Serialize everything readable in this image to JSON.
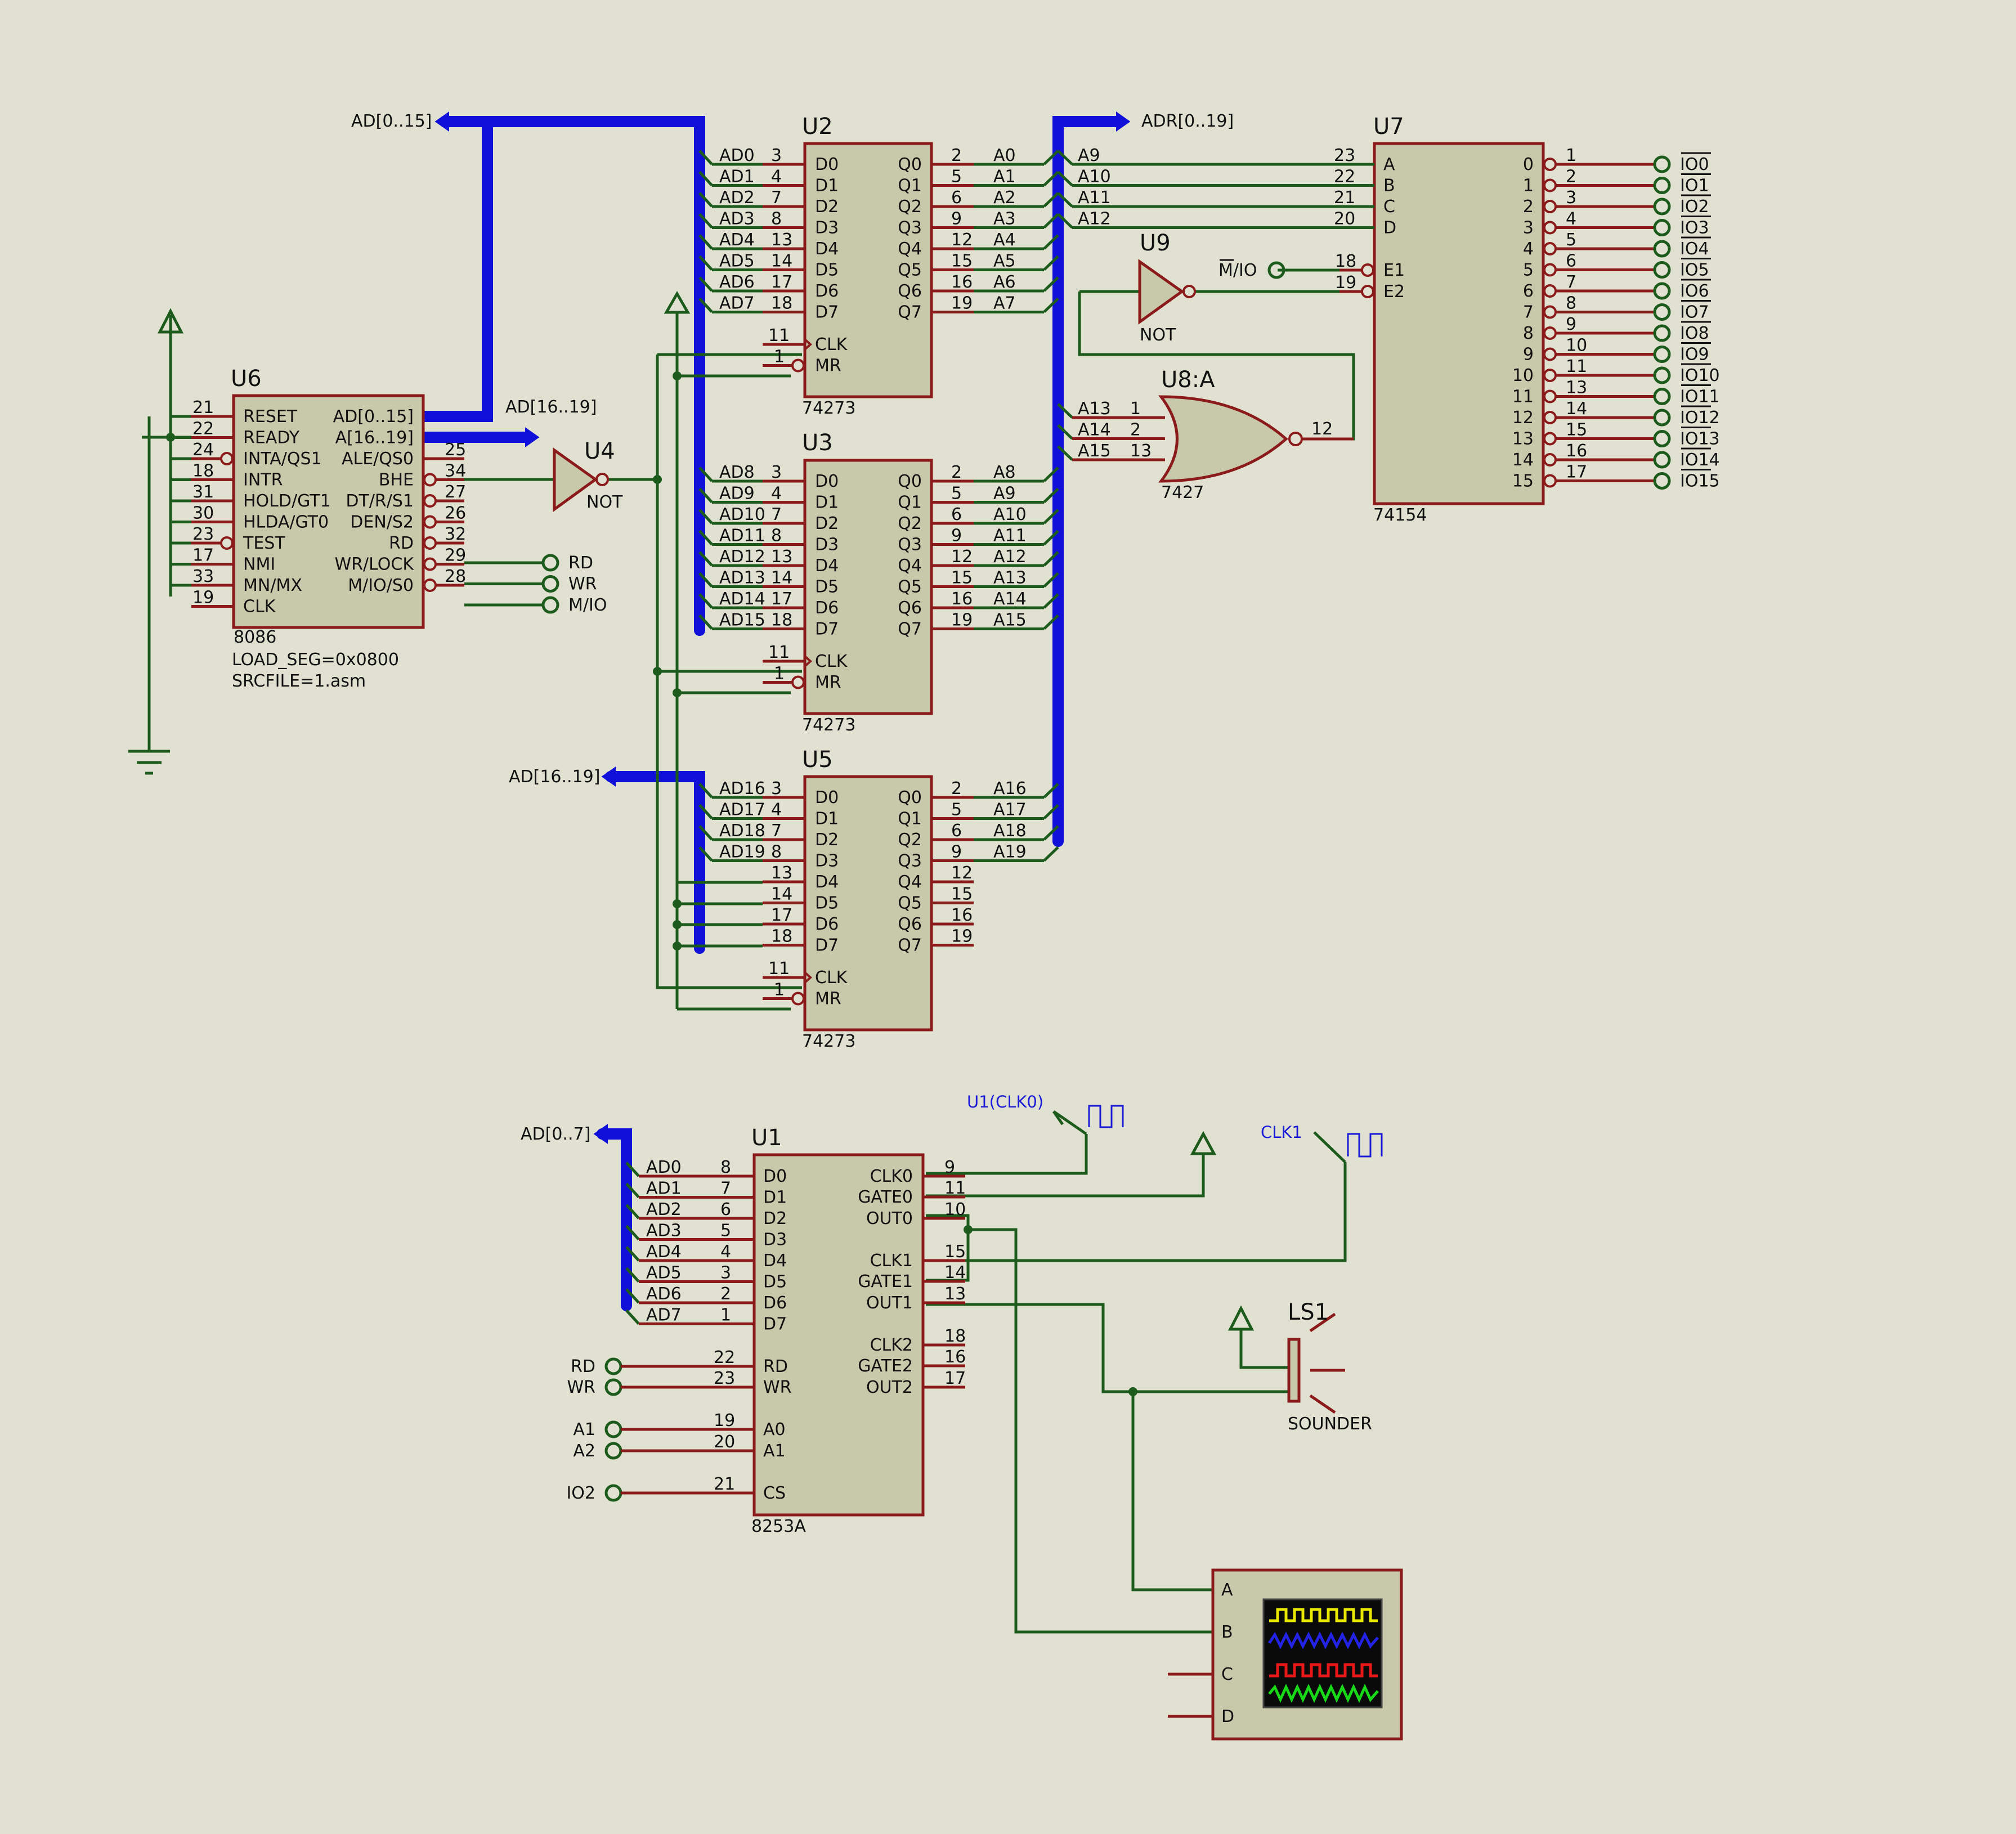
{
  "u6": {
    "ref": "U6",
    "part": "8086",
    "prop1": "LOAD_SEG=0x0800",
    "prop2": "SRCFILE=1.asm",
    "left": [
      {
        "n": "21",
        "l": "RESET"
      },
      {
        "n": "22",
        "l": "READY"
      },
      {
        "n": "24",
        "l": "INTA/QS1"
      },
      {
        "n": "18",
        "l": "INTR"
      },
      {
        "n": "31",
        "l": "HOLD/GT1"
      },
      {
        "n": "30",
        "l": "HLDA/GT0"
      },
      {
        "n": "23",
        "l": "TEST"
      },
      {
        "n": "17",
        "l": "NMI"
      },
      {
        "n": "33",
        "l": "MN/MX"
      },
      {
        "n": "19",
        "l": "CLK"
      }
    ],
    "right": [
      {
        "n": "",
        "l": "AD[0..15]"
      },
      {
        "n": "",
        "l": "A[16..19]"
      },
      {
        "n": "25",
        "l": "ALE/QS0"
      },
      {
        "n": "34",
        "l": "BHE"
      },
      {
        "n": "27",
        "l": "DT/R/S1"
      },
      {
        "n": "26",
        "l": "DEN/S2"
      },
      {
        "n": "32",
        "l": "RD"
      },
      {
        "n": "29",
        "l": "WR/LOCK"
      },
      {
        "n": "28",
        "l": "M/IO/S0"
      }
    ]
  },
  "u4": {
    "ref": "U4",
    "part": "NOT"
  },
  "u9": {
    "ref": "U9",
    "part": "NOT"
  },
  "u8": {
    "ref": "U8:A",
    "part": "7427",
    "in": [
      "1",
      "2",
      "13"
    ],
    "out": "12"
  },
  "latch": {
    "ref2": "U2",
    "ref3": "U3",
    "ref5": "U5",
    "part": "74273",
    "d": [
      "D0",
      "D1",
      "D2",
      "D3",
      "D4",
      "D5",
      "D6",
      "D7"
    ],
    "q": [
      "Q0",
      "Q1",
      "Q2",
      "Q3",
      "Q4",
      "Q5",
      "Q6",
      "Q7"
    ],
    "dpins": [
      "3",
      "4",
      "7",
      "8",
      "13",
      "14",
      "17",
      "18"
    ],
    "qpins": [
      "2",
      "5",
      "6",
      "9",
      "12",
      "15",
      "16",
      "19"
    ],
    "clk": "CLK",
    "mr": "MR",
    "clkpin": "11",
    "mrpin": "1"
  },
  "u2_in": [
    "AD0",
    "AD1",
    "AD2",
    "AD3",
    "AD4",
    "AD5",
    "AD6",
    "AD7"
  ],
  "u2_out": [
    "A0",
    "A1",
    "A2",
    "A3",
    "A4",
    "A5",
    "A6",
    "A7"
  ],
  "u3_in": [
    "AD8",
    "AD9",
    "AD10",
    "AD11",
    "AD12",
    "AD13",
    "AD14",
    "AD15"
  ],
  "u3_out": [
    "A8",
    "A9",
    "A10",
    "A11",
    "A12",
    "A13",
    "A14",
    "A15"
  ],
  "u5_in": [
    "AD16",
    "AD17",
    "AD18",
    "AD19"
  ],
  "u5_out": [
    "A16",
    "A17",
    "A18",
    "A19"
  ],
  "u7": {
    "ref": "U7",
    "part": "74154",
    "in": [
      "A",
      "B",
      "C",
      "D"
    ],
    "inpins": [
      "23",
      "22",
      "21",
      "20"
    ],
    "en": [
      "E1",
      "E2"
    ],
    "enpins": [
      "18",
      "19"
    ],
    "outnums": [
      "0",
      "1",
      "2",
      "3",
      "4",
      "5",
      "6",
      "7",
      "8",
      "9",
      "10",
      "11",
      "12",
      "13",
      "14",
      "15"
    ],
    "outpins": [
      "1",
      "2",
      "3",
      "4",
      "5",
      "6",
      "7",
      "8",
      "9",
      "10",
      "11",
      "13",
      "14",
      "15",
      "16",
      "17"
    ],
    "outlabels": [
      "IO0",
      "IO1",
      "IO2",
      "IO3",
      "IO4",
      "IO5",
      "IO6",
      "IO7",
      "IO8",
      "IO9",
      "IO10",
      "IO11",
      "IO12",
      "IO13",
      "IO14",
      "IO15"
    ],
    "addr": [
      "A9",
      "A10",
      "A11",
      "A12"
    ]
  },
  "u8_addr": [
    "A13",
    "A14",
    "A15"
  ],
  "labels": {
    "ad015": "AD[0..15]",
    "adr019": "ADR[0..19]",
    "ad1619a": "AD[16..19]",
    "ad1619b": "AD[16..19]",
    "ad07": "AD[0..7]",
    "mio": "M/IO",
    "rd": "RD",
    "wr": "WR",
    "mio2": "M/IO",
    "clk0": "U1(CLK0)",
    "clk1": "CLK1"
  },
  "u1": {
    "ref": "U1",
    "part": "8253A",
    "d": [
      "D0",
      "D1",
      "D2",
      "D3",
      "D4",
      "D5",
      "D6",
      "D7"
    ],
    "dpins": [
      "8",
      "7",
      "6",
      "5",
      "4",
      "3",
      "2",
      "1"
    ],
    "adin": [
      "AD0",
      "AD1",
      "AD2",
      "AD3",
      "AD4",
      "AD5",
      "AD6",
      "AD7"
    ],
    "ctl": [
      {
        "n": "22",
        "l": "RD",
        "t": "RD"
      },
      {
        "n": "23",
        "l": "WR",
        "t": "WR"
      },
      {
        "n": "19",
        "l": "A0",
        "t": "A1"
      },
      {
        "n": "20",
        "l": "A1",
        "t": "A2"
      },
      {
        "n": "21",
        "l": "CS",
        "t": "IO2"
      }
    ],
    "right": [
      {
        "n": "9",
        "l": "CLK0"
      },
      {
        "n": "11",
        "l": "GATE0"
      },
      {
        "n": "10",
        "l": "OUT0"
      },
      {
        "n": "15",
        "l": "CLK1"
      },
      {
        "n": "14",
        "l": "GATE1"
      },
      {
        "n": "13",
        "l": "OUT1"
      },
      {
        "n": "18",
        "l": "CLK2"
      },
      {
        "n": "16",
        "l": "GATE2"
      },
      {
        "n": "17",
        "l": "OUT2"
      }
    ]
  },
  "ls1": {
    "ref": "LS1",
    "part": "SOUNDER"
  },
  "scope": {
    "ch": [
      "A",
      "B",
      "C",
      "D"
    ]
  },
  "colors": {
    "wire": "#1c5b1c",
    "bus": "#1010d8",
    "pin": "#8b1a1a",
    "body": "#c8c8ab",
    "bg": "#e1e1d2"
  }
}
